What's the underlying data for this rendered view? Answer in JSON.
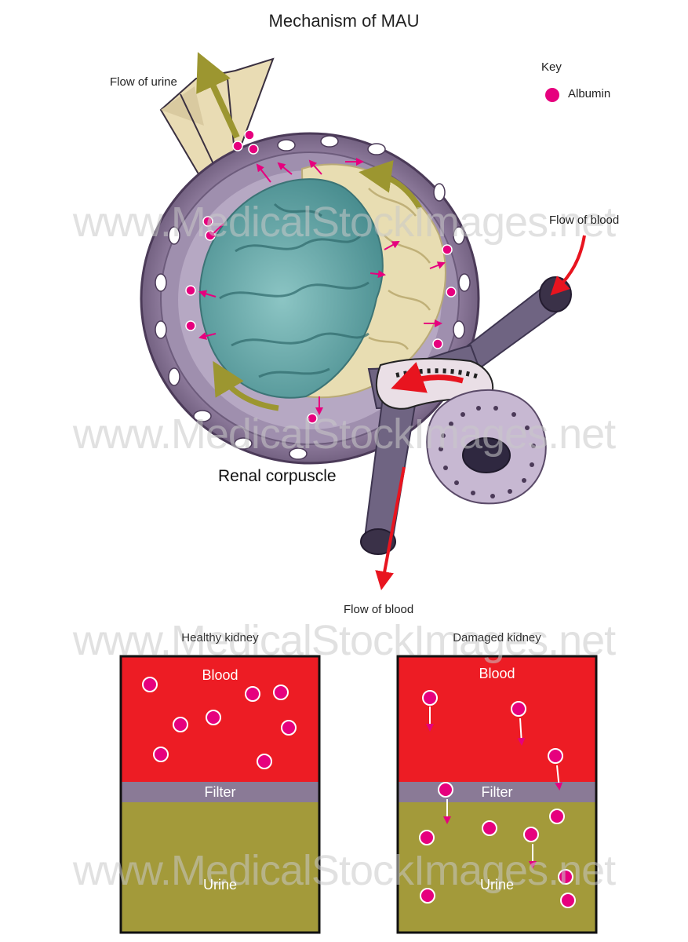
{
  "title": "Mechanism of MAU",
  "key": {
    "heading": "Key",
    "albumin_label": "Albumin",
    "albumin_color": "#e6007e"
  },
  "labels": {
    "flow_of_urine": "Flow of urine",
    "flow_of_blood_in": "Flow of blood",
    "flow_of_blood_out": "Flow of blood",
    "renal_corpuscle": "Renal corpuscle"
  },
  "panels": {
    "healthy": {
      "title": "Healthy kidney",
      "blood": "Blood",
      "filter": "Filter",
      "urine": "Urine"
    },
    "damaged": {
      "title": "Damaged kidney",
      "blood": "Blood",
      "filter": "Filter",
      "urine": "Urine"
    }
  },
  "watermark": "www.MedicalStockImages.net",
  "colors": {
    "blood": "#ed1c24",
    "filter": "#8a7a96",
    "urine": "#a39a3a",
    "arrow_red": "#e8141f",
    "arrow_olive": "#9c9630",
    "capsule": "#7d6a8c",
    "glomerulus_teal": "#5fa3a4",
    "glomerulus_cream": "#e8ddb2"
  }
}
